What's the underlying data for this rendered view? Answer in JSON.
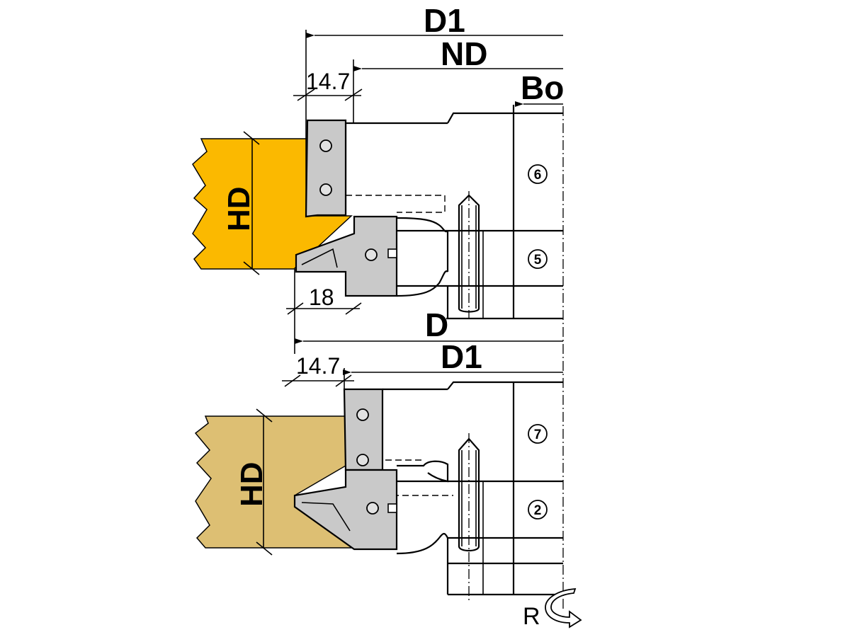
{
  "labels": {
    "d1_top": "D1",
    "nd": "ND",
    "bo": "Bo",
    "d": "D",
    "d1_bottom": "D1",
    "hd_top": "HD",
    "hd_bottom": "HD",
    "dim_14_7_top": "14.7",
    "dim_18": "18",
    "dim_14_7_bottom": "14.7",
    "r_direction": "R"
  },
  "positions": [
    "6",
    "5",
    "7",
    "2"
  ],
  "icons": {
    "rotation": "rotation-arrow-icon"
  },
  "colors": {
    "workpiece_top": "#fbb900",
    "workpiece_bottom": "#ddbf73",
    "knife": "#c9c9c9",
    "line": "#000000"
  }
}
